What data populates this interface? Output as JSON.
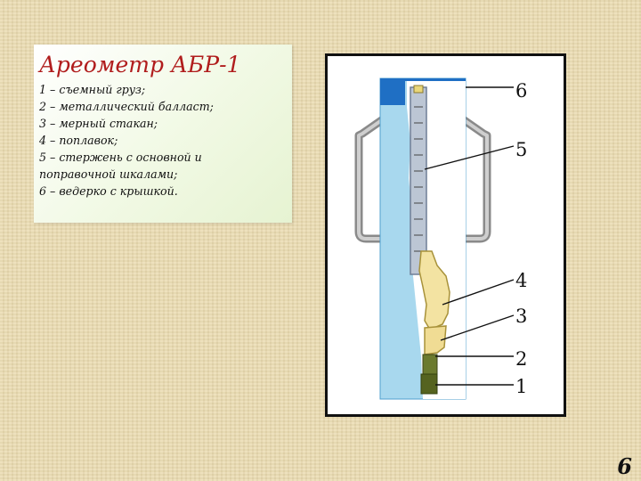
{
  "title": "Ареометр  АБР-1",
  "legend": [
    "1 – съемный  груз;",
    "2 – металлический  балласт;",
    "3 – мерный  стакан;",
    "4 – поплавок;",
    "5 – стержень  с  основной  и",
    "поправочной  шкалами;",
    "6 – ведерко  с  крышкой."
  ],
  "diagram": {
    "labels": [
      "6",
      "5",
      "4",
      "3",
      "2",
      "1"
    ]
  },
  "colors": {
    "title": "#b01c1c",
    "bucket": "#a8d8ee",
    "lid": "#1f6fc4",
    "handle": "#9c9c9c",
    "weight": "#6b7a2e",
    "float": "#f3e3a2"
  },
  "page_number": "6"
}
